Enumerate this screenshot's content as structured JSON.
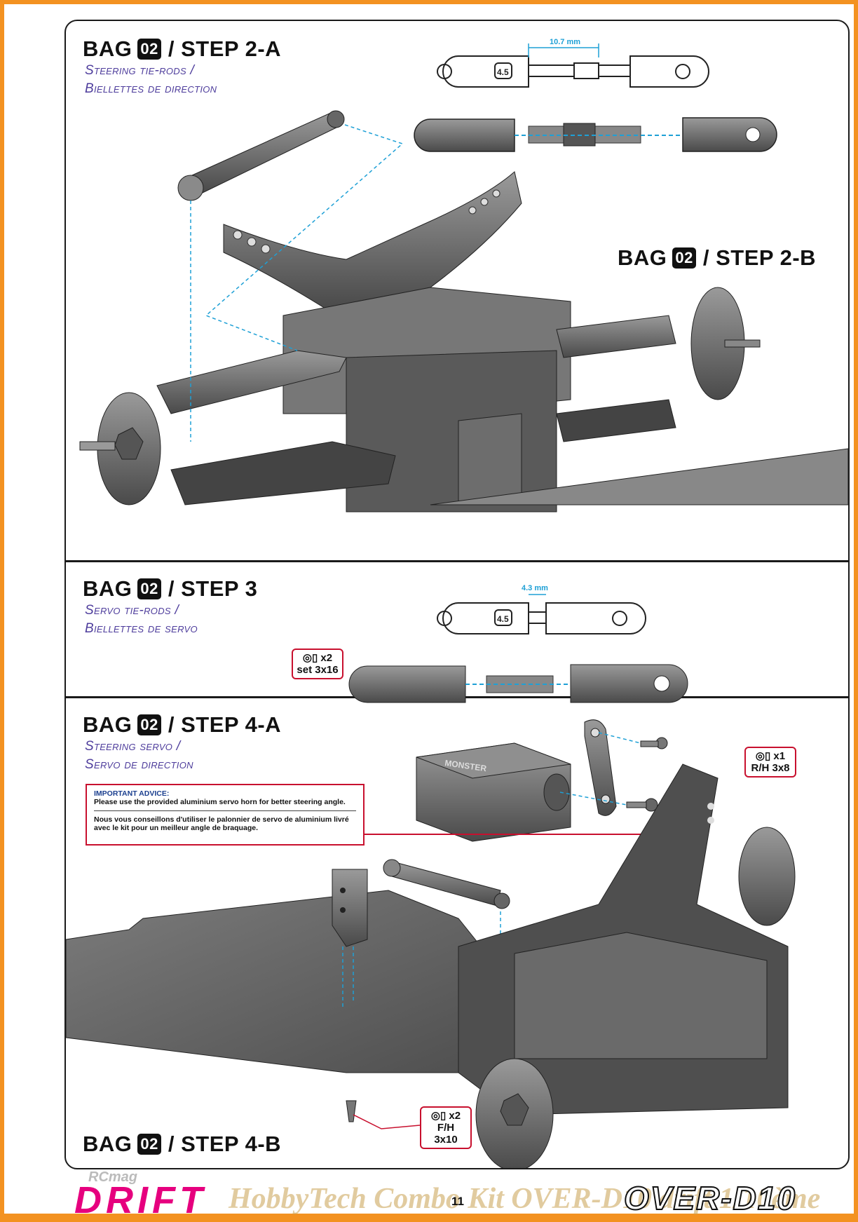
{
  "steps": {
    "s2a": {
      "bag_label": "BAG",
      "bag_no": "02",
      "step": "/ STEP 2-A",
      "sub1": "Steering tie-rods /",
      "sub2": "Biellettes de direction"
    },
    "s2b": {
      "bag_label": "BAG",
      "bag_no": "02",
      "step": "/ STEP 2-B"
    },
    "s3": {
      "bag_label": "BAG",
      "bag_no": "02",
      "step": "/ STEP 3",
      "sub1": "Servo tie-rods /",
      "sub2": "Biellettes de servo"
    },
    "s4a": {
      "bag_label": "BAG",
      "bag_no": "02",
      "step": "/ STEP 4-A",
      "sub1": "Steering servo /",
      "sub2": "Servo de direction"
    },
    "s4b": {
      "bag_label": "BAG",
      "bag_no": "02",
      "step": "/ STEP 4-B"
    }
  },
  "dimensions": {
    "tierod_length": "10.7 mm",
    "servo_rod_length": "4.3 mm",
    "rod_end_size": "4.5"
  },
  "parts": {
    "set3x16": {
      "qty": "x2",
      "name": "set 3x16"
    },
    "rh3x8": {
      "qty": "x1",
      "name": "R/H 3x8"
    },
    "fh3x10": {
      "qty": "x2",
      "name": "F/H 3x10"
    }
  },
  "advice": {
    "heading": "IMPORTANT ADVICE:",
    "en": "Please use the provided aluminium servo horn for better steering angle.",
    "fr_1": "Nous vous conseillons d'utiliser le palonnier de servo de aluminium livré",
    "fr_2": "avec le kit pour un meilleur angle de braquage."
  },
  "servo_label": "MONSTER",
  "footer": {
    "brand_left": "DRIFT",
    "watermark": "HobbyTech Combo Kit OVER-D10 drift 1/10ème",
    "rcmag": "RCmag",
    "page_number": "11",
    "brand_right": "OVER-D10"
  },
  "colors": {
    "accent_orange": "#f39221",
    "advice_border": "#c8102e",
    "subtitle_purple": "#4e3d9c",
    "drift_pink": "#e6007e",
    "guide_blue": "#1ea0d6"
  }
}
